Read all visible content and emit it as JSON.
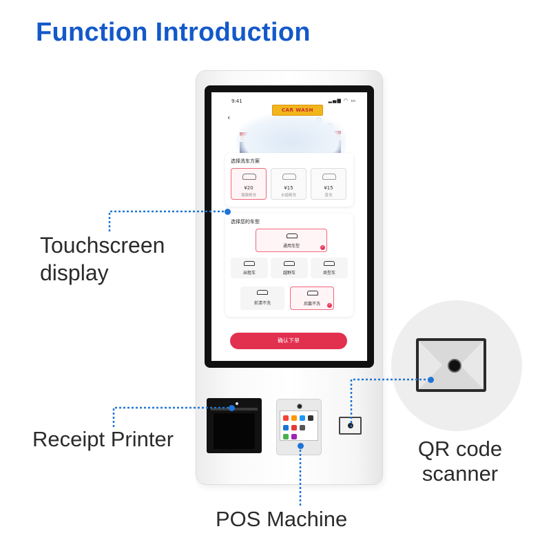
{
  "header": {
    "title": "Function Introduction"
  },
  "labels": {
    "touchscreen": "Touchscreen display",
    "printer": "Receipt Printer",
    "pos": "POS Machine",
    "qr": "QR code scanner"
  },
  "app": {
    "time": "9:41",
    "banner": "CAR WASH",
    "plan_title": "选择洗车方案",
    "plans": [
      {
        "price": "¥20",
        "name": "镀膜精洗"
      },
      {
        "price": "¥15",
        "name": "水蜡精洗"
      },
      {
        "price": "¥15",
        "name": "普洗"
      }
    ],
    "vehicle_title": "选择您的车型",
    "vehicle_types": [
      "通用车型",
      "出租车",
      "越野车",
      "周型车",
      "前清不洗",
      "后篇不洗"
    ],
    "confirm_label": "确认下单"
  },
  "colors": {
    "title": "#1459c9",
    "connector": "#1f74d6",
    "accent": "#e2304f",
    "banner": "#f2b51b"
  }
}
